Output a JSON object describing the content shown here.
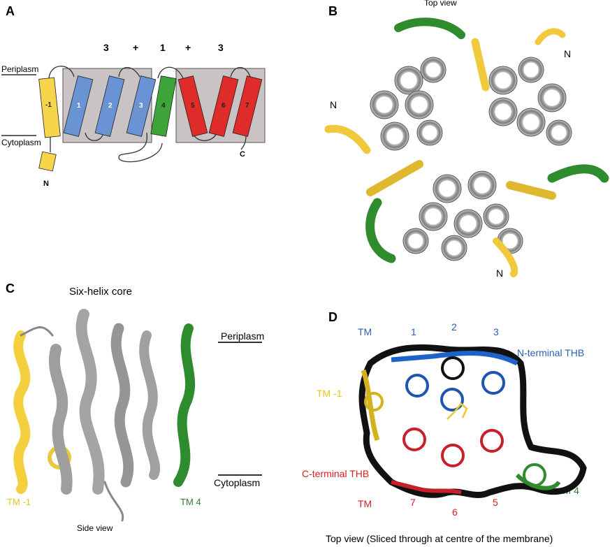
{
  "panels": {
    "a": {
      "letter": "A",
      "equation": [
        "3",
        "+",
        "1",
        "+",
        "3"
      ],
      "periplasm": "Periplasm",
      "cytoplasm": "Cytoplasm",
      "n_term": "N",
      "c_term": "C",
      "helices": [
        {
          "label": "-1",
          "color": "#f7d54a"
        },
        {
          "label": "1",
          "color": "#6a93d4"
        },
        {
          "label": "2",
          "color": "#6a93d4"
        },
        {
          "label": "3",
          "color": "#6a93d4"
        },
        {
          "label": "4",
          "color": "#3ea43a"
        },
        {
          "label": "5",
          "color": "#e02b2b"
        },
        {
          "label": "6",
          "color": "#e02b2b"
        },
        {
          "label": "7",
          "color": "#e02b2b"
        }
      ]
    },
    "b": {
      "letter": "B",
      "title": "Top view",
      "n_labels": [
        "N",
        "N",
        "N"
      ]
    },
    "c": {
      "letter": "C",
      "title": "Six-helix core",
      "periplasm": "Periplasm",
      "cytoplasm": "Cytoplasm",
      "tm_minus1": "TM -1",
      "tm4": "TM 4",
      "caption": "Side view"
    },
    "d": {
      "letter": "D",
      "tm_top": "TM",
      "nums_top": [
        "1",
        "2",
        "3"
      ],
      "n_thb": "N-terminal THB",
      "tm_minus1": "TM -1",
      "c_thb": "C-terminal THB",
      "tm_bottom": "TM",
      "nums_bottom": [
        "7",
        "6",
        "5"
      ],
      "tm4": "TM 4",
      "caption": "Top view (Sliced through at centre of the membrane)"
    }
  },
  "colors": {
    "yellow": "#f7d54a",
    "blue": "#6a93d4",
    "green": "#2e8b2e",
    "red": "#d8262b",
    "gray": "#9a9a9a",
    "box": "#c9c3c3",
    "label_blue": "#2b5fb3",
    "label_yellow": "#e6c619",
    "label_red": "#d52020",
    "label_green": "#2e7d32"
  }
}
